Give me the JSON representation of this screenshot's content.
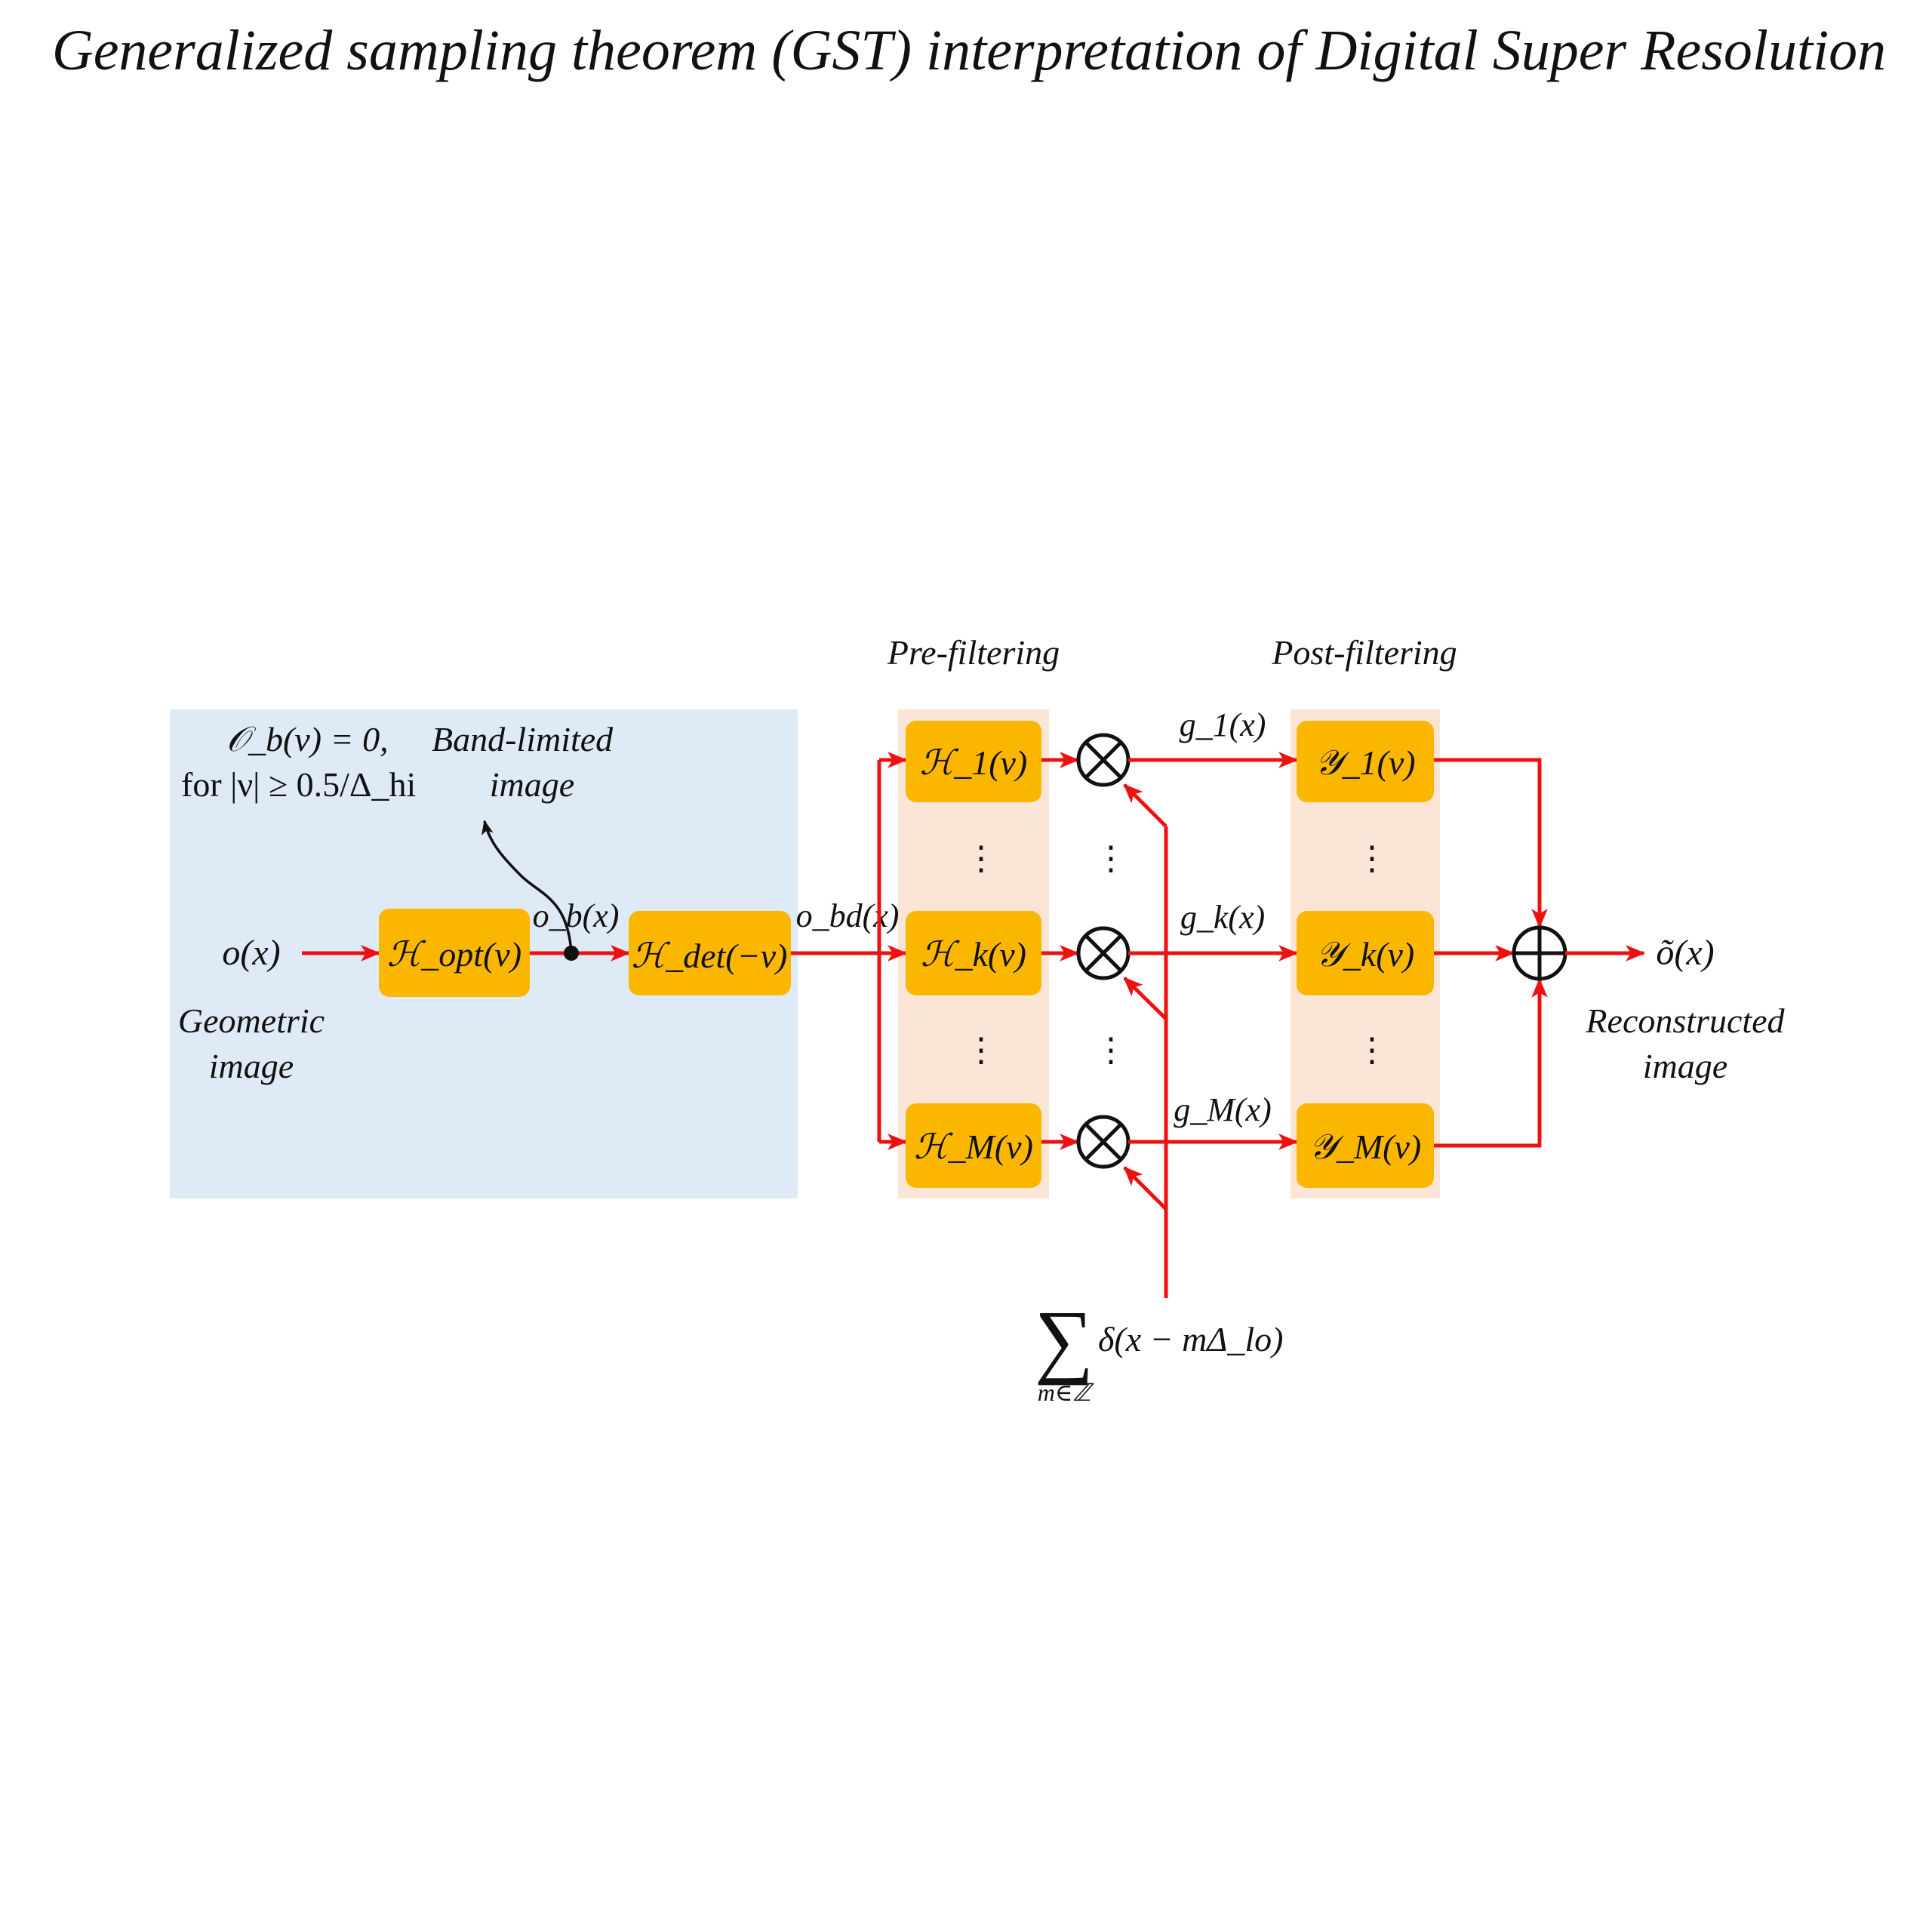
{
  "title": "Generalized sampling theorem (GST) interpretation of Digital Super Resolution",
  "colors": {
    "input_panel": "#deeaf6",
    "filter_band": "#fbe5d6",
    "block": "#fbb700",
    "signal_wire": "#ee1111",
    "operator": "#111111"
  },
  "input": {
    "signal": "o(x)",
    "caption_line1": "Geometric",
    "caption_line2": "image"
  },
  "condition": {
    "equation": "𝒪_b(ν) = 0,",
    "range": "for |ν| ≥ 0.5/Δ_hi",
    "note_line1": "Band-limited",
    "note_line2": "image"
  },
  "blocks": {
    "optics": "ℋ_opt(ν)",
    "detector": "ℋ_det(−ν)",
    "pre_filters": [
      "ℋ_1(ν)",
      "ℋ_k(ν)",
      "ℋ_M(ν)"
    ],
    "post_filters": [
      "𝒴_1(ν)",
      "𝒴_k(ν)",
      "𝒴_M(ν)"
    ]
  },
  "signals": {
    "band_limited": "o_b(x)",
    "detected": "o_bd(x)",
    "channels": [
      "g_1(x)",
      "g_k(x)",
      "g_M(x)"
    ],
    "output": "õ(x)"
  },
  "sections": {
    "pre": "Pre-filtering",
    "post": "Post-filtering"
  },
  "sampling": {
    "sum_symbol": "∑",
    "index": "m∈ℤ",
    "term": "δ(x − mΔ_lo)"
  },
  "ellipsis": "⋮",
  "operators": {
    "multiply": "multiply-operator",
    "sum": "sum-operator"
  },
  "output": {
    "caption_line1": "Reconstructed",
    "caption_line2": "image"
  }
}
